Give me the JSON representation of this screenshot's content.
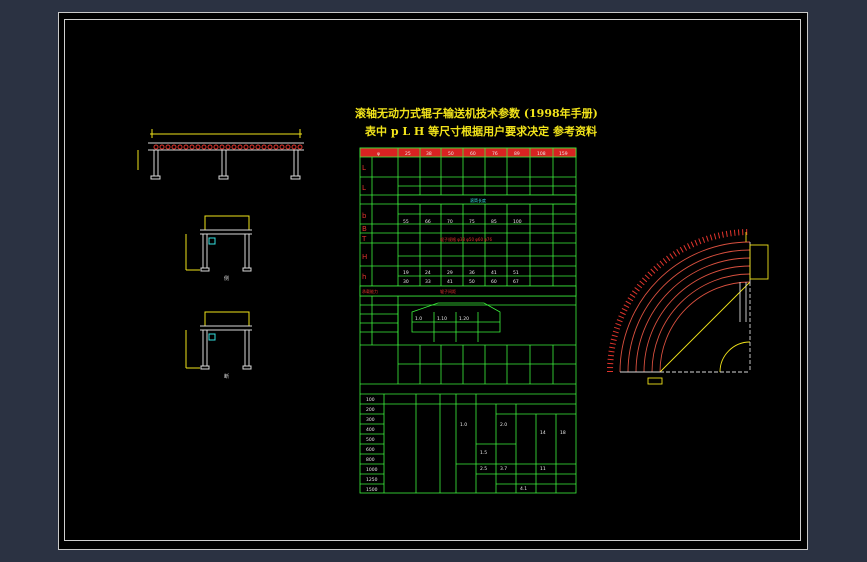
{
  "drawing": {
    "title_line_1": "滚轴无动力式辊子输送机技术参数 (1998年手册)",
    "title_line_2": "表中 p L H 等尺寸根据用户要求决定 参考资料"
  },
  "table": {
    "header_cells": [
      "φ",
      "25",
      "38",
      "50",
      "60",
      "76",
      "89",
      "108",
      "159"
    ],
    "left_labels": [
      "L",
      "L",
      "b",
      "B",
      "T",
      "H",
      "h"
    ],
    "section_label_1": "滚筒长度",
    "section_label_2": "辊子规格 φ38 φ50 φ60 φ76",
    "section_label_3": "辊子间距",
    "capacity_label": "承载能力",
    "small_values": [
      "1.0",
      "1.10",
      "1.20",
      "1.0",
      "1.5",
      "2.0",
      "2.5",
      "3.7",
      "4.1",
      "11",
      "14",
      "18"
    ],
    "bottom_lengths": [
      "100",
      "200",
      "300",
      "400",
      "500",
      "600",
      "800",
      "1000",
      "1250",
      "1500"
    ],
    "pitch_row": [
      "55",
      "66",
      "70",
      "75",
      "85",
      "100"
    ],
    "height_row_1": [
      "19",
      "24",
      "29",
      "36",
      "41",
      "51"
    ],
    "height_row_2": [
      "30",
      "33",
      "41",
      "50",
      "60",
      "67"
    ]
  },
  "views": {
    "side_view_label": "侧",
    "section_view_label": "断"
  },
  "colors": {
    "frame": "#cfcfcf",
    "title": "#f1e31a",
    "table": "#3cf23c",
    "dim_red": "#e0342c",
    "curve": "#d9503f",
    "body_lines": "#d9d9d9",
    "cyan": "#35e0e0"
  }
}
